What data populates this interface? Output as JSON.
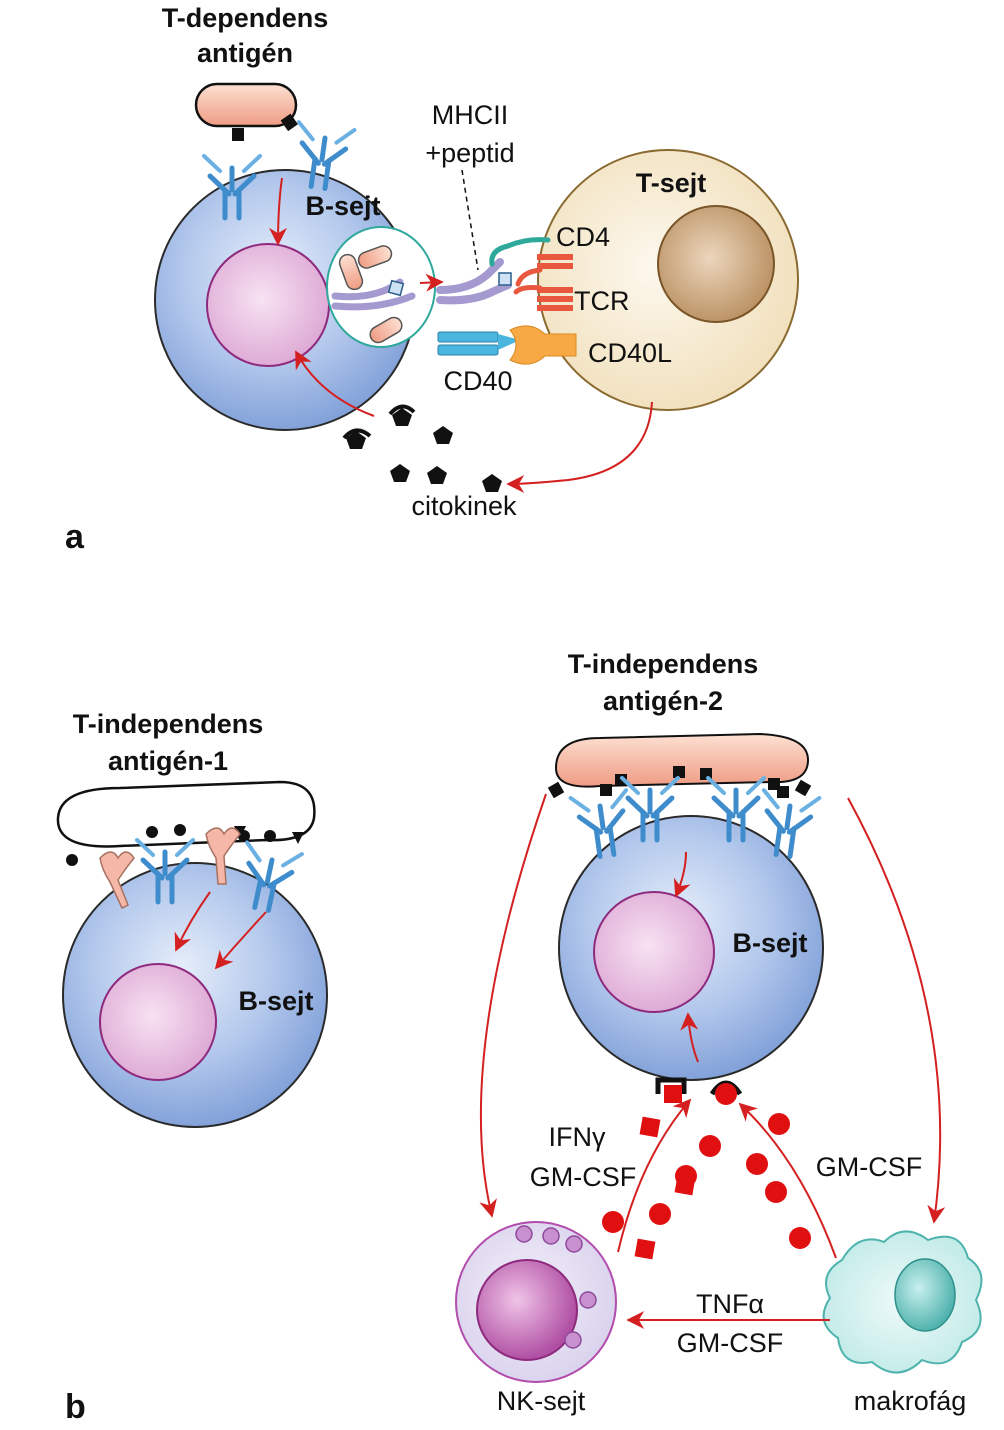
{
  "panel_a": {
    "letter": "a",
    "title_line1": "T-dependens",
    "title_line2": "antigén",
    "b_cell_label": "B-sejt",
    "t_cell_label": "T-sejt",
    "mhc_line1": "MHCII",
    "mhc_line2": "+peptid",
    "cd4_label": "CD4",
    "tcr_label": "TCR",
    "cd40l_label": "CD40L",
    "cd40_label": "CD40",
    "cytokines_label": "citokinek"
  },
  "panel_b": {
    "letter": "b",
    "ti1_title_line1": "T-independens",
    "ti1_title_line2": "antigén-1",
    "ti1_b_cell_label": "B-sejt",
    "ti2_title_line1": "T-independens",
    "ti2_title_line2": "antigén-2",
    "ti2_b_cell_label": "B-sejt",
    "ifn_label": "IFNγ",
    "gmcsf_left_label": "GM-CSF",
    "gmcsf_right_label": "GM-CSF",
    "tnf_label": "TNFα",
    "gmcsf_bottom_label": "GM-CSF",
    "nk_label": "NK-sejt",
    "macrophage_label": "makrofág"
  },
  "colors": {
    "b_cell": "#a7bfe6",
    "nucleus": "#e7b9dd",
    "t_cell": "#f3e6c8",
    "antigen": "#f0a58f",
    "receptor": "#3f8ccd",
    "arrow": "#d42020",
    "cytokine_red": "#e01010",
    "macrophage": "#bfeae8"
  }
}
